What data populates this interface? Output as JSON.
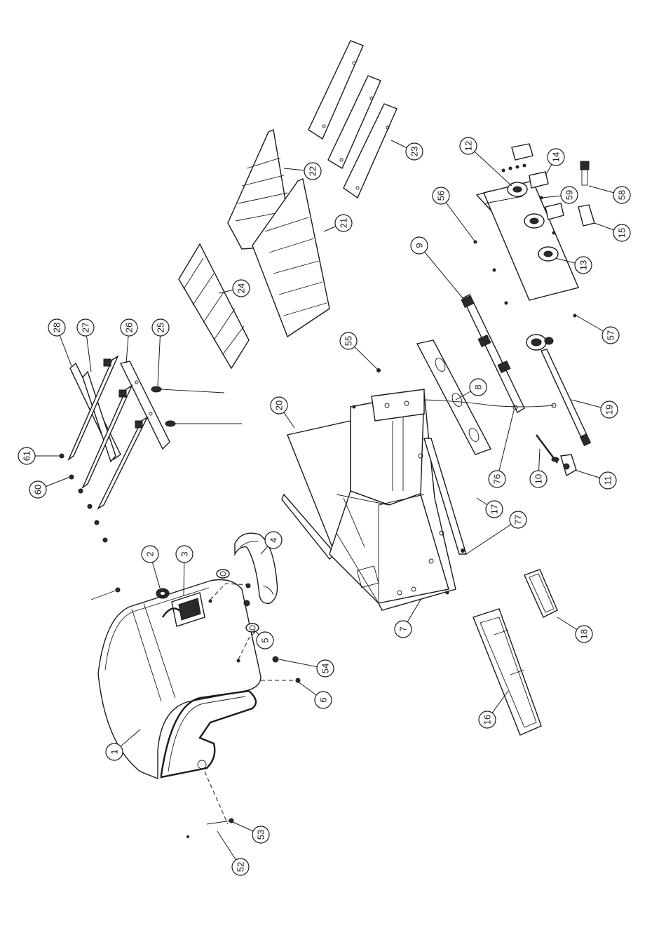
{
  "callouts": [
    {
      "id": "1",
      "label": "1"
    },
    {
      "id": "2",
      "label": "2"
    },
    {
      "id": "3",
      "label": "3"
    },
    {
      "id": "4",
      "label": "4"
    },
    {
      "id": "5",
      "label": "5"
    },
    {
      "id": "6",
      "label": "6"
    },
    {
      "id": "7",
      "label": "7"
    },
    {
      "id": "8",
      "label": "8"
    },
    {
      "id": "9",
      "label": "9"
    },
    {
      "id": "10",
      "label": "10"
    },
    {
      "id": "11",
      "label": "11"
    },
    {
      "id": "12",
      "label": "12"
    },
    {
      "id": "13",
      "label": "13"
    },
    {
      "id": "14",
      "label": "14"
    },
    {
      "id": "15",
      "label": "15"
    },
    {
      "id": "16",
      "label": "16"
    },
    {
      "id": "17",
      "label": "17"
    },
    {
      "id": "18",
      "label": "18"
    },
    {
      "id": "19",
      "label": "19"
    },
    {
      "id": "20",
      "label": "20"
    },
    {
      "id": "21",
      "label": "21"
    },
    {
      "id": "22",
      "label": "22"
    },
    {
      "id": "23",
      "label": "23"
    },
    {
      "id": "24",
      "label": "24"
    },
    {
      "id": "25",
      "label": "25"
    },
    {
      "id": "26",
      "label": "26"
    },
    {
      "id": "27",
      "label": "27"
    },
    {
      "id": "28",
      "label": "28"
    },
    {
      "id": "52",
      "label": "52"
    },
    {
      "id": "53",
      "label": "53"
    },
    {
      "id": "54",
      "label": "54"
    },
    {
      "id": "55",
      "label": "55"
    },
    {
      "id": "56",
      "label": "56"
    },
    {
      "id": "57",
      "label": "57"
    },
    {
      "id": "58",
      "label": "58"
    },
    {
      "id": "59",
      "label": "59"
    },
    {
      "id": "60",
      "label": "60"
    },
    {
      "id": "61",
      "label": "61"
    },
    {
      "id": "76",
      "label": "76"
    },
    {
      "id": "77",
      "label": "77"
    }
  ]
}
